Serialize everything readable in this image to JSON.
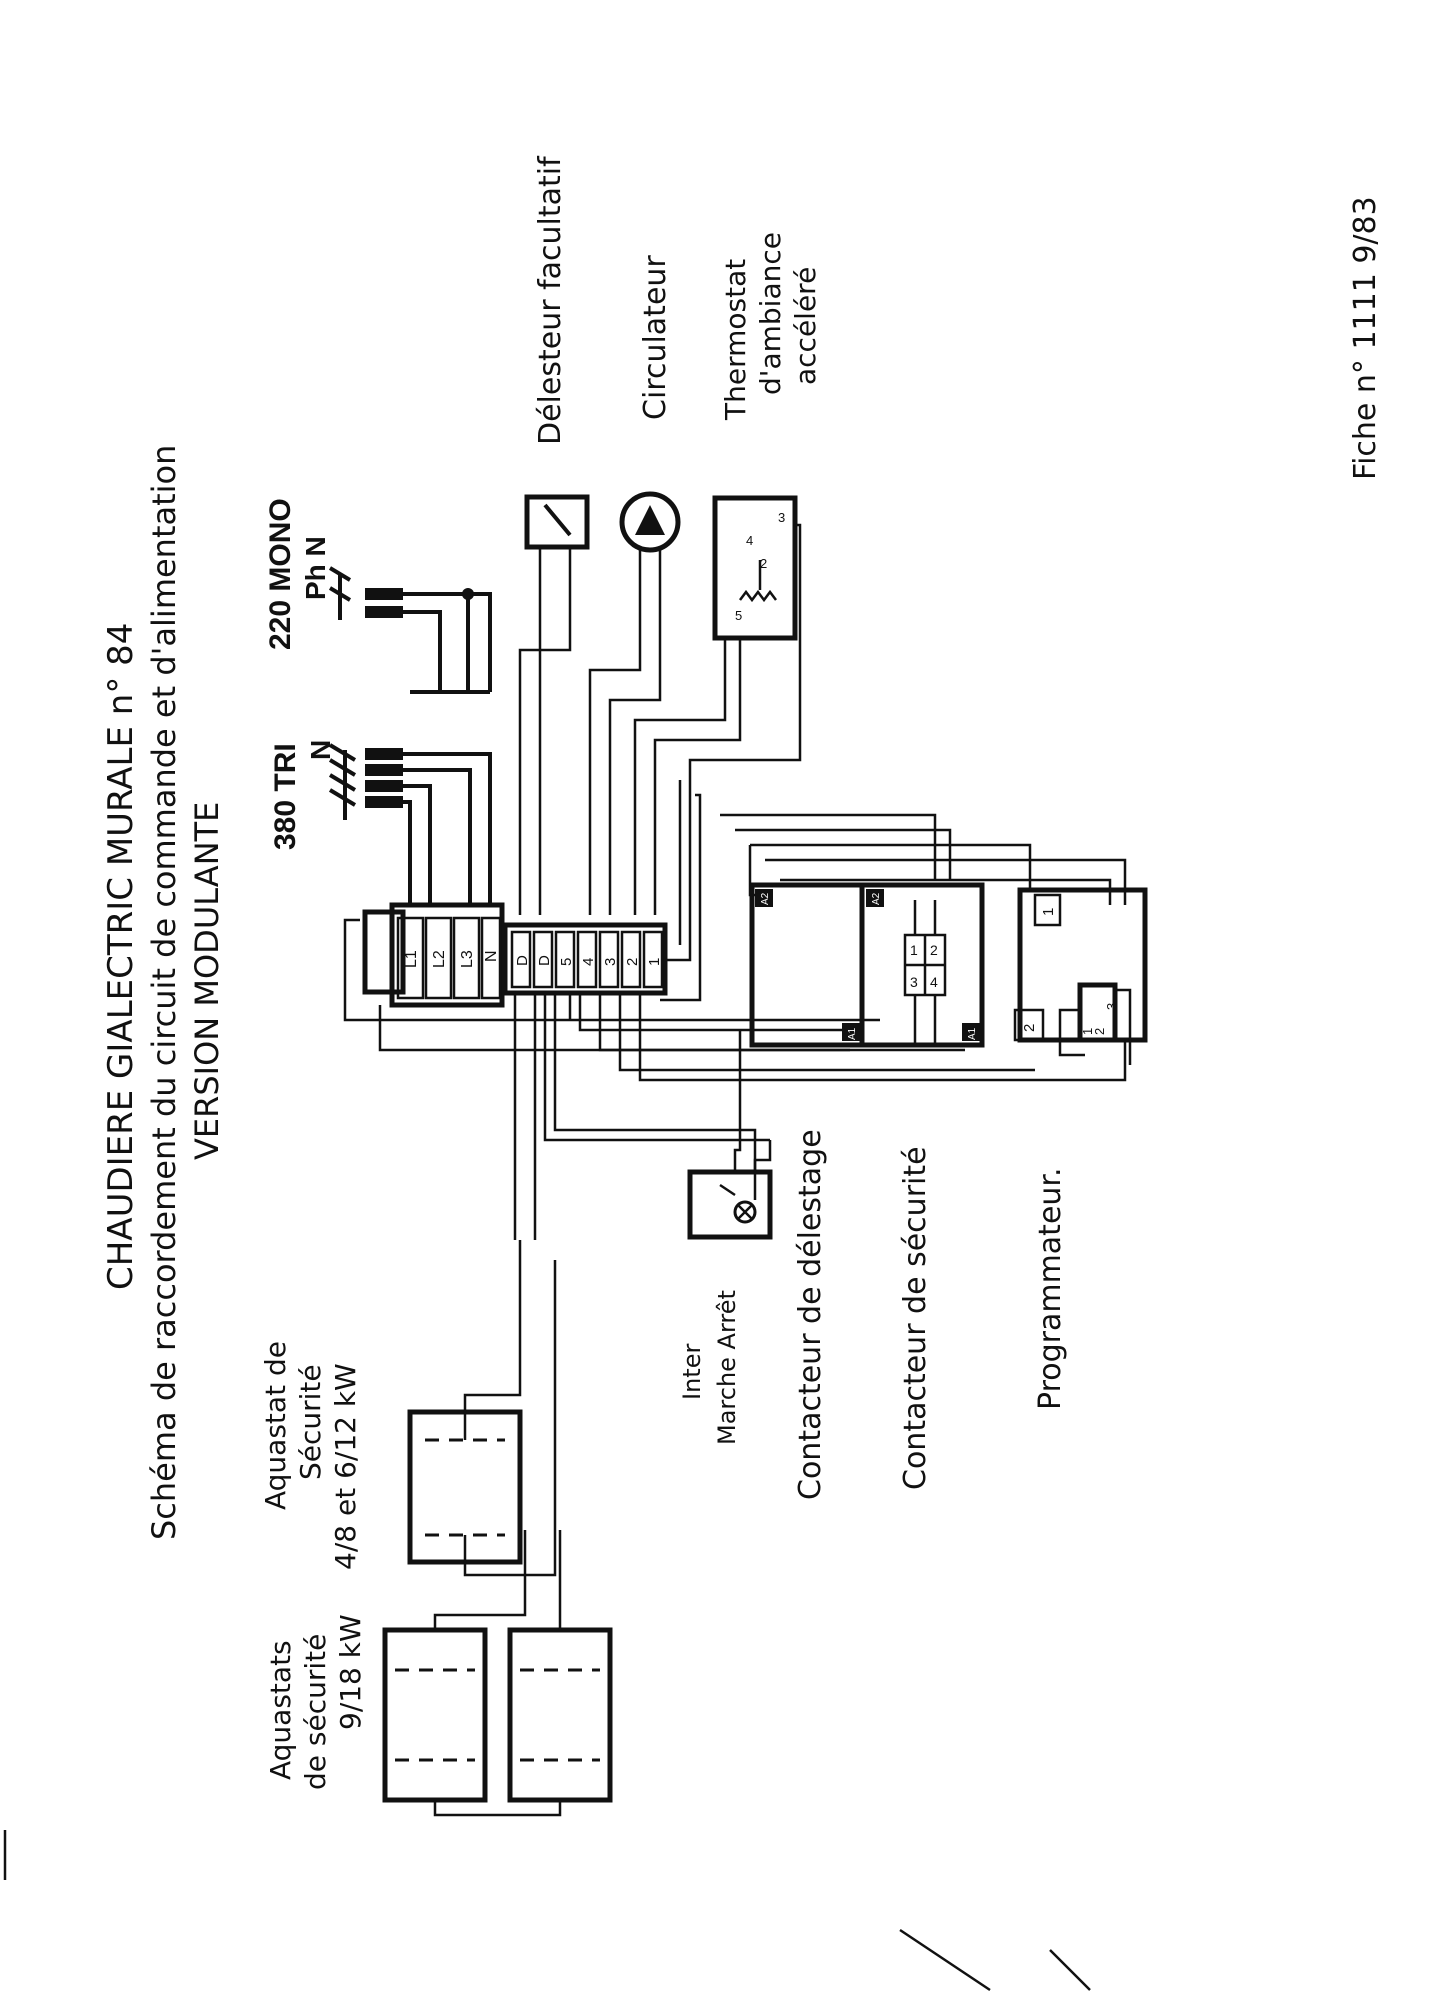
{
  "title": {
    "line1": "CHAUDIERE GIALECTRIC MURALE n° 84",
    "line2": "Schéma de raccordement du circuit de commande et d'alimentation",
    "line3": "VERSION MODULANTE"
  },
  "supply": {
    "tri": "380 TRI",
    "tri_n": "N",
    "mono": "220 MONO",
    "mono_phn": "Ph N"
  },
  "terminal_block": {
    "power": [
      "L1",
      "L2",
      "L3",
      "N"
    ],
    "control": [
      "D",
      "D",
      "5",
      "4",
      "3",
      "2",
      "1"
    ]
  },
  "labels": {
    "delesteur": "Délesteur facultatif",
    "circulateur": "Circulateur",
    "thermostat_1": "Thermostat",
    "thermostat_2": "d'ambiance",
    "thermostat_3": "accéléré",
    "aquastat_mid_1": "Aquastat de",
    "aquastat_mid_2": "Sécurité",
    "aquastat_mid_3": "4/8 et 6/12 kW",
    "aquastats_left_1": "Aquastats",
    "aquastats_left_2": "de sécurité",
    "aquastats_left_3": "9/18 kW",
    "inter_1": "Inter",
    "inter_2": "Marche Arrêt",
    "contacteur_delestage": "Contacteur de délestage",
    "contacteur_securite": "Contacteur de sécurité",
    "programmateur": "Programmateur.",
    "fiche": "Fiche n° 1111 9/83"
  },
  "thermostat_terminals": [
    "4",
    "3",
    "2",
    "5"
  ],
  "contactor_terminals": {
    "a2": "A2",
    "a1": "A1"
  },
  "relay_terminals": [
    "1",
    "2",
    "3",
    "4"
  ],
  "programmer_terminals": [
    "1",
    "2",
    "1",
    "2",
    "3"
  ]
}
